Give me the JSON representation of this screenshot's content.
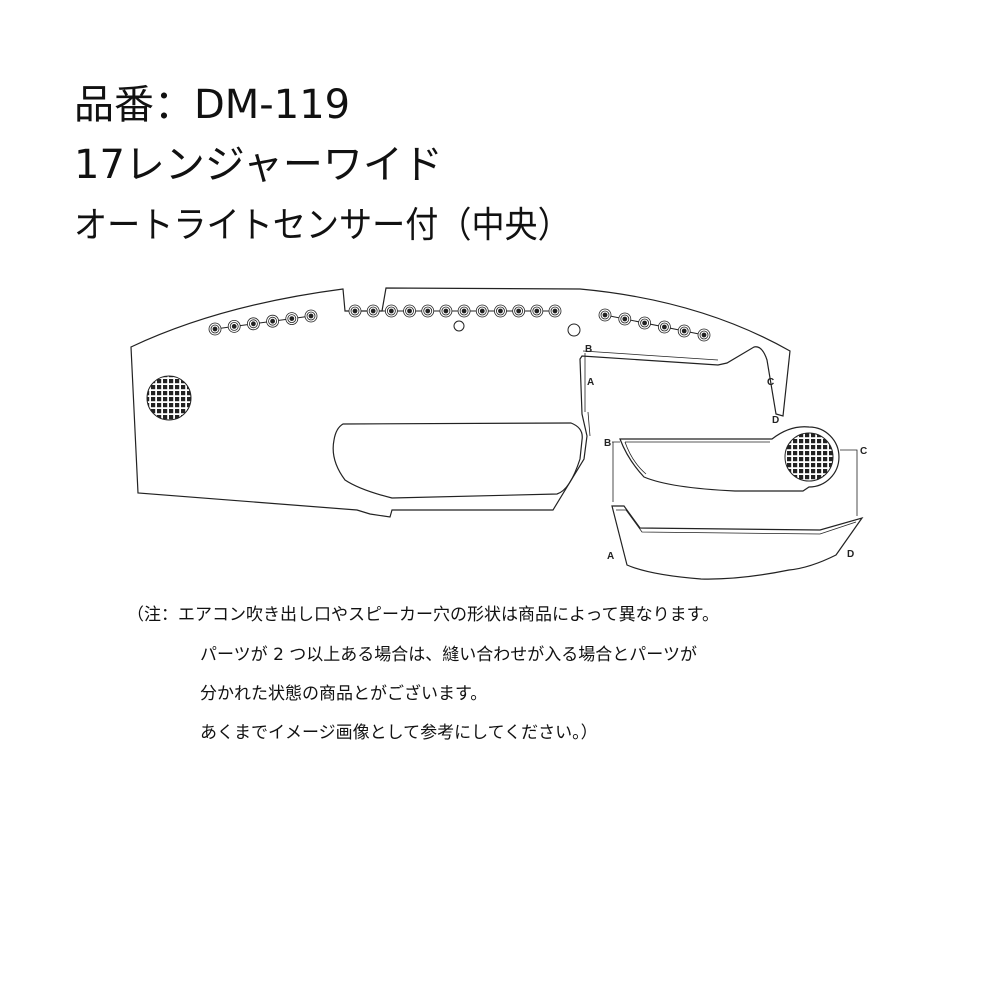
{
  "title": {
    "product_code": "品番：DM-119",
    "model": "17レンジャーワイド",
    "variant": "オートライトセンサー付（中央）"
  },
  "diagram": {
    "labels": {
      "a": "A",
      "b": "B",
      "c": "C",
      "d": "D"
    },
    "vent_count_left": 6,
    "vent_count_center": 12,
    "vent_count_right": 6,
    "line_color": "#222222"
  },
  "note": {
    "lines": [
      "（注：エアコン吹き出し口やスピーカー穴の形状は商品によって異なります。",
      "パーツが 2 つ以上ある場合は、縫い合わせが入る場合とパーツが",
      "分かれた状態の商品とがございます。",
      "あくまでイメージ画像として参考にしてください。）"
    ]
  }
}
